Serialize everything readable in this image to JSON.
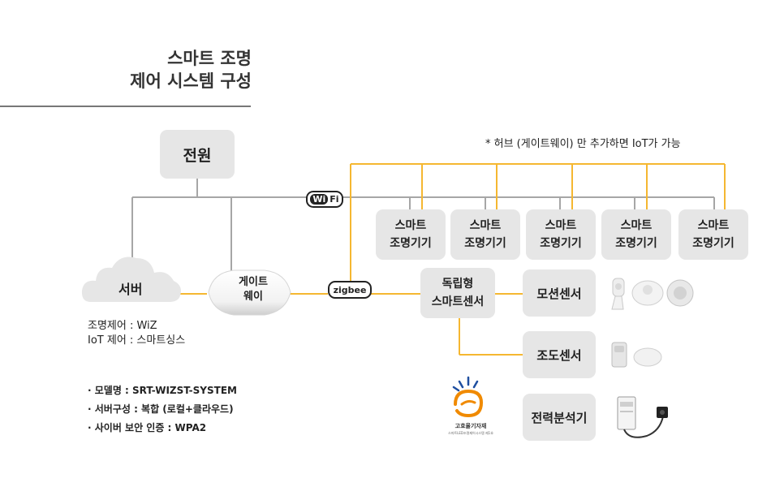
{
  "title": {
    "line1": "스마트 조명",
    "line2": "제어 시스템 구성"
  },
  "note": "* 허브 (게이트웨이) 만 추가하면 IoT가 가능",
  "power": "전원",
  "wifi": {
    "part1": "Wi",
    "part2": "Fi"
  },
  "zigbee": "zigbee",
  "server": "서버",
  "gateway": {
    "line1": "게이트",
    "line2": "웨이"
  },
  "lighting_devices": [
    {
      "line1": "스마트",
      "line2": "조명기기"
    },
    {
      "line1": "스마트",
      "line2": "조명기기"
    },
    {
      "line1": "스마트",
      "line2": "조명기기"
    },
    {
      "line1": "스마트",
      "line2": "조명기기"
    },
    {
      "line1": "스마트",
      "line2": "조명기기"
    }
  ],
  "standalone": {
    "line1": "독립형",
    "line2": "스마트센서"
  },
  "sensors": {
    "motion": "모션센서",
    "light": "조도센서",
    "power": "전력분석기"
  },
  "control_info": {
    "line1": "조명제어 : WiZ",
    "line2": "IoT 제어 : 스마트싱스"
  },
  "specs": [
    "· 모델명 : SRT-WIZST-SYSTEM",
    "· 서버구성 : 복합 (로컬+클라우드)",
    "· 사이버 보안 인증 : WPA2"
  ],
  "logo": {
    "name": "고효율기자재",
    "sub": "스마트LED조명제어시스템 제1호"
  },
  "colors": {
    "grey_line": "#a6a6a6",
    "orange_line": "#f5b731",
    "box": "#e6e6e6",
    "logo_orange": "#f08a00",
    "logo_blue": "#1f4fa0"
  }
}
